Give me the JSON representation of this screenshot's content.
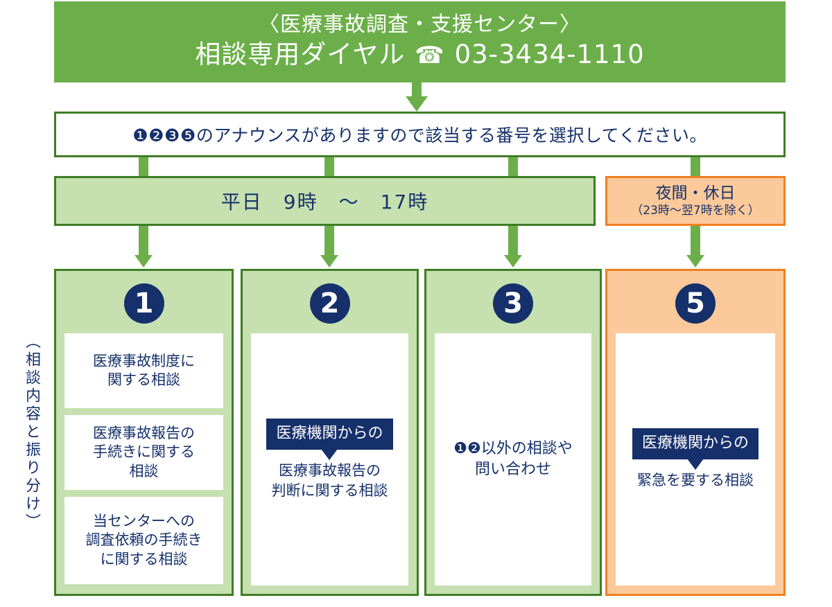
{
  "header": {
    "org_line": "〈医療事故調査・支援センター〉",
    "dial_label": "相談専用ダイヤル",
    "phone_icon": "telephone-icon",
    "phone_glyph": "☎",
    "phone_number": "03-3434-1110"
  },
  "announcement": {
    "text": "❶❷❸❺のアナウンスがありますので該当する番号を選択してください。"
  },
  "schedule": {
    "weekday": "平日　9時　〜　17時",
    "night_title": "夜間・休日",
    "night_sub": "（23時〜翌7時を除く）"
  },
  "side_label": "（相談内容と振り分け）",
  "columns": [
    {
      "badge": "❶",
      "number": "1",
      "kind": "multi",
      "items": [
        "医療事故制度に\n関する相談",
        "医療事故報告の\n手続きに関する\n相談",
        "当センターへの\n調査依頼の手続き\nに関する相談"
      ]
    },
    {
      "badge": "❷",
      "number": "2",
      "kind": "tagged",
      "tag": "医療機関からの",
      "text": "医療事故報告の\n判断に関する相談"
    },
    {
      "badge": "❸",
      "number": "3",
      "kind": "plain",
      "text": "❶❷以外の相談や\n問い合わせ"
    },
    {
      "badge": "❺",
      "number": "5",
      "kind": "tagged",
      "tag": "医療機関からの",
      "text": "緊急を要する相談"
    }
  ],
  "colors": {
    "header_green": "#6CAF4A",
    "panel_green": "#C6E0B0",
    "border_green": "#3F7D25",
    "panel_orange": "#FBC99A",
    "border_orange": "#F07F22",
    "navy": "#16306B",
    "white": "#FFFFFF"
  }
}
